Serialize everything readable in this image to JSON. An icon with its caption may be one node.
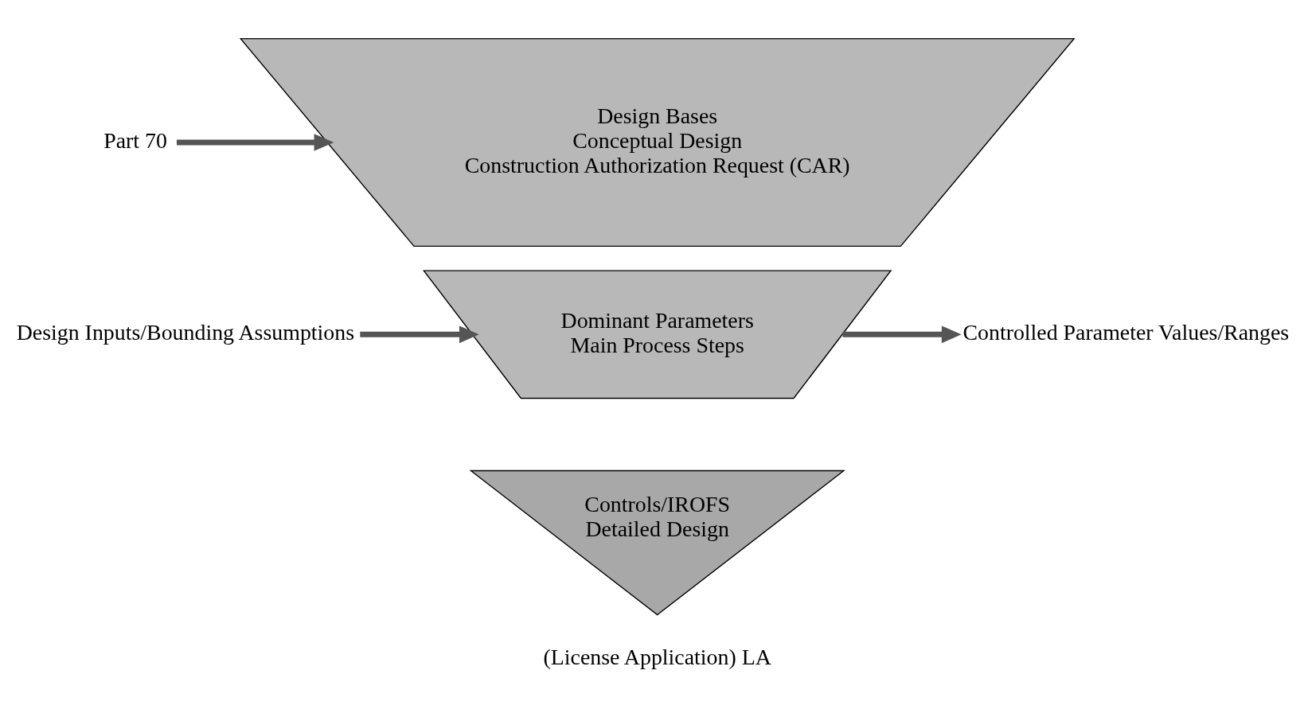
{
  "diagram": {
    "nodes": [
      {
        "text": [
          "Part 70"
        ]
      },
      {
        "text": [
          "Design Bases",
          "Conceptual Design",
          "Construction Authorization Request (CAR)"
        ]
      },
      {
        "text": [
          "Design Inputs/Bounding Assumptions"
        ]
      },
      {
        "text": [
          "Dominant Parameters",
          "Main Process Steps"
        ]
      },
      {
        "text": [
          "Controlled Parameter Values/Ranges"
        ]
      },
      {
        "text": [
          "Controls/IROFS",
          "Detailed Design"
        ],
        "beside": [
          "(License Application) LA"
        ]
      }
    ],
    "edges": [
      {
        "from": 0,
        "to": 1,
        "arrow": "to"
      },
      {
        "from": 2,
        "to": 3,
        "arrow": "to"
      },
      {
        "from": 3,
        "to": 4,
        "arrow": "to"
      }
    ]
  }
}
